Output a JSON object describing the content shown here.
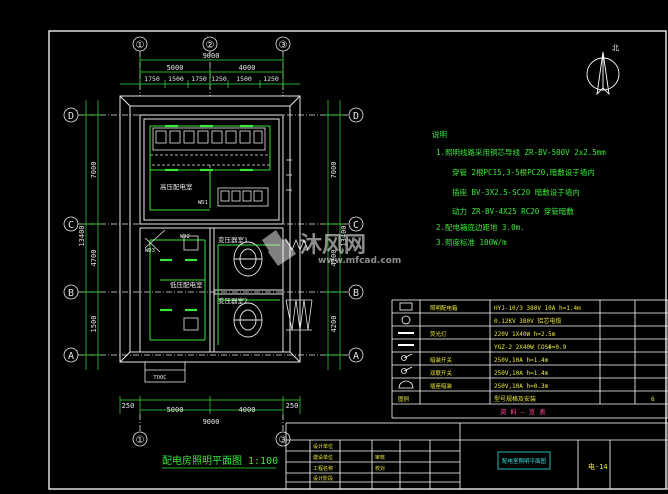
{
  "grid_axes": {
    "columns": [
      "①",
      "②",
      "③"
    ],
    "rows": [
      "D",
      "C",
      "B",
      "A"
    ]
  },
  "dimensions": {
    "top_total": "9000",
    "top_left": "5000",
    "top_right": "4000",
    "top_segments": [
      "1750",
      "1500",
      "1750",
      "1250",
      "1500",
      "1250"
    ],
    "left_total": "13400",
    "left_segments": [
      "7000",
      "4700",
      "1500"
    ],
    "right_total": "13400",
    "right_segments": [
      "7000",
      "4700",
      "4200"
    ],
    "bottom_left": "5000",
    "bottom_right": "4000",
    "bottom_total": "9000",
    "bottom_margin_left": "250",
    "bottom_margin_right": "250"
  },
  "room_labels": {
    "hv_room": "高压配电室",
    "lv_room": "低压配电室",
    "transformer1": "变压器室1",
    "transformer2": "变压器室2",
    "tag_wd1": "WD1",
    "tag_wd2": "WD2",
    "tag_wd3": "WD3",
    "door_tag": "TOOC"
  },
  "notes": {
    "title": "说明",
    "line1": "1.照明线路采用铜芯导线 ZR-BV-500V 2x2.5mm",
    "line1b": "穿管 2根PC15,3-5根PC20,暗敷设于墙内",
    "line1c": "插座 BV-3X2.5-SC20 暗敷设于墙内",
    "line1d": "动力 ZR-BV-4X25 RC20 穿管暗敷",
    "line2": "2.配电箱底边距地 3.0m.",
    "line3": "3.照度标准 100W/m"
  },
  "legend": {
    "rows": [
      {
        "name": "照明配电箱",
        "spec": "HYJ-10/3 380V 10A h=1.4m"
      },
      {
        "name": "",
        "spec": "0.12KV 380V 铝芯电缆"
      },
      {
        "name": "荧光灯",
        "spec": "220V 1X40W h=2.5m"
      },
      {
        "name": "",
        "spec": "YGZ-2 2X40W COSΦ=0.9"
      },
      {
        "name": "暗装开关",
        "spec": "250V,10A h=1.4m"
      },
      {
        "name": "双联开关",
        "spec": "250V,10A h=1.4m"
      },
      {
        "name": "插座暗装",
        "spec": "250V,10A h=0.3m"
      },
      {
        "name": "图例",
        "spec": "型号规格及安装"
      }
    ],
    "footer": "资 料 — 览 表",
    "col_count": "6"
  },
  "plan_title": "配电房照明平面图 1:100",
  "title_block": {
    "drawing_name": "配电室照明平面图",
    "drawing_number": "电-14",
    "row_labels": [
      "设计单位",
      "建设单位",
      "工程名称",
      "设计阶段",
      "审核",
      "校对"
    ]
  },
  "north_label": "北",
  "watermark": {
    "logo": "沐风网",
    "url": "www.mfcad.com"
  },
  "colors": {
    "background": "#000000",
    "frame": "#ffffff",
    "walls": "#e8e8e8",
    "dimension": "#39e639",
    "axis": "#e8e8e8",
    "text_notes": "#39e639",
    "text_table": "#e8e83a",
    "accent": "#ff4a9a"
  }
}
